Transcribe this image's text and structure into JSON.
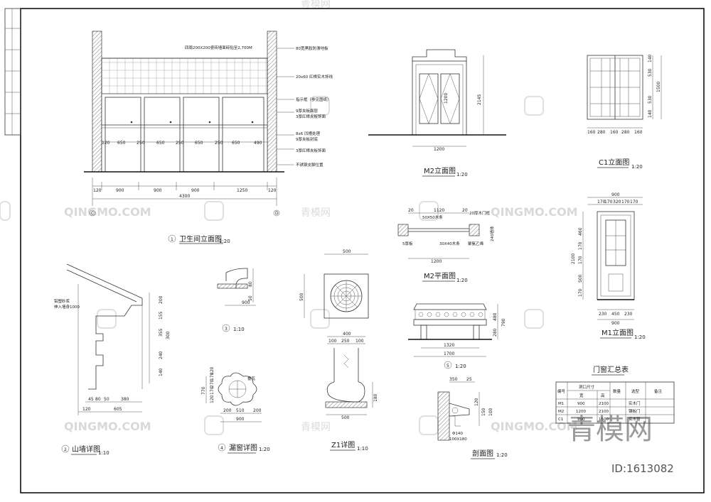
{
  "drawing_titles": {
    "bathroom_elevation": "卫生间立面图",
    "m2_elevation": "M2立面图",
    "m2_plan": "M2平面图",
    "c1_elevation": "C1立面图",
    "m1_elevation": "M1立面图",
    "gable_wall_detail": "山墙详图",
    "leak_window_detail": "漏窗详图",
    "z1_detail": "Z1详图",
    "section": "剖面图",
    "schedule_title": "门窗汇总表"
  },
  "drawing_numbers": {
    "bathroom_elevation": "1",
    "gable_wall_detail": "2",
    "detail_3": "3",
    "leak_window_detail": "4",
    "detail_5": "5"
  },
  "scales": {
    "s1_20": "1:20",
    "s1_10": "1:10"
  },
  "bathroom_notes": {
    "top": "四周200X200瓷砖墙面砖贴至2,700M",
    "n1": "80宽黑胶防滑地板",
    "n2": "20x60 红樟实木饰线",
    "n3": "指示框（参见图纸）",
    "n4": "9厚夹板面层",
    "n5": "3厚红樟夹板饰面",
    "n6": "8x6 凹槽处理",
    "n7": "9厚夹板封底",
    "n8": "3厚红樟夹板饰面",
    "n9": "不锈钢支脚位置"
  },
  "bathroom_dims": {
    "inner": [
      "120",
      "650",
      "250",
      "650",
      "250",
      "650",
      "250",
      "650",
      "490"
    ],
    "bottom": [
      "120",
      "900",
      "900",
      "900",
      "1250",
      "120"
    ],
    "total": "4300",
    "axis_left": "C",
    "axis_right": "D"
  },
  "m2": {
    "height": "2145",
    "upper": "1200",
    "width": "1200",
    "plan_dims": [
      "20",
      "1120",
      "20",
      "1200"
    ],
    "plan_notes": [
      "50X50木条",
      "20厚木门框",
      "30X40木条",
      "5厚板",
      "聚氨乙烯"
    ],
    "plan_side": "240墙体"
  },
  "c1": {
    "widths": [
      "160",
      "280",
      "160",
      "280",
      "160"
    ],
    "heights": [
      "140",
      "530",
      "1500",
      "530",
      "140"
    ]
  },
  "m1": {
    "width_top": "900",
    "top_dims": [
      "170",
      "170",
      "320",
      "170",
      "170"
    ],
    "height": "2100",
    "side_dims": [
      "460",
      "170",
      "170",
      "500",
      "170"
    ],
    "bottom_dims": [
      "230",
      "450",
      "230"
    ],
    "width_bottom": "900"
  },
  "gable": {
    "note1": "铝塑砂浆",
    "note2": "伸入墙身1000",
    "right_dims": [
      "200",
      "155",
      "355",
      "300",
      "240",
      "140"
    ],
    "bottom_dims": [
      "45",
      "80",
      "50",
      "380"
    ],
    "bottom_row2": [
      "120",
      "605"
    ]
  },
  "detail3": {
    "dims": [
      "50",
      "80",
      "900"
    ]
  },
  "leak_window": {
    "label": "叠瓦",
    "left_dims": [
      "120",
      "170",
      "270",
      "170",
      "120"
    ],
    "left_total": "770",
    "bottom_dims": [
      "200",
      "510",
      "200"
    ],
    "bottom_total": "900"
  },
  "center_square": {
    "top": "500",
    "side": "500"
  },
  "z1": {
    "top": "400",
    "top_sub": [
      "100",
      "250",
      "100"
    ],
    "side": "180",
    "bottom": "500"
  },
  "detail5": {
    "right": [
      "480",
      "280",
      "790"
    ],
    "bottom1": "1320",
    "bottom2": "1700"
  },
  "section": {
    "top": [
      "350",
      "25"
    ],
    "side": [
      "120",
      "150",
      "100"
    ],
    "note1": "Φ140",
    "note2": "100X180"
  },
  "schedule": {
    "headers": [
      "编号",
      "洞口尺寸",
      "数量",
      "选型",
      "备注"
    ],
    "subheaders": [
      "宽",
      "高"
    ],
    "rows": [
      [
        "M1",
        "900",
        "2100",
        "",
        "实木门",
        ""
      ],
      [
        "M2",
        "1200",
        "2100",
        "",
        "镶板门",
        ""
      ],
      [
        "C1",
        "900",
        "1500",
        "",
        "实木窗",
        ""
      ]
    ]
  },
  "watermarks": {
    "latin": "QINGMO.COM",
    "cn": "青模网",
    "big": "青模网",
    "id": "ID:1613082"
  }
}
